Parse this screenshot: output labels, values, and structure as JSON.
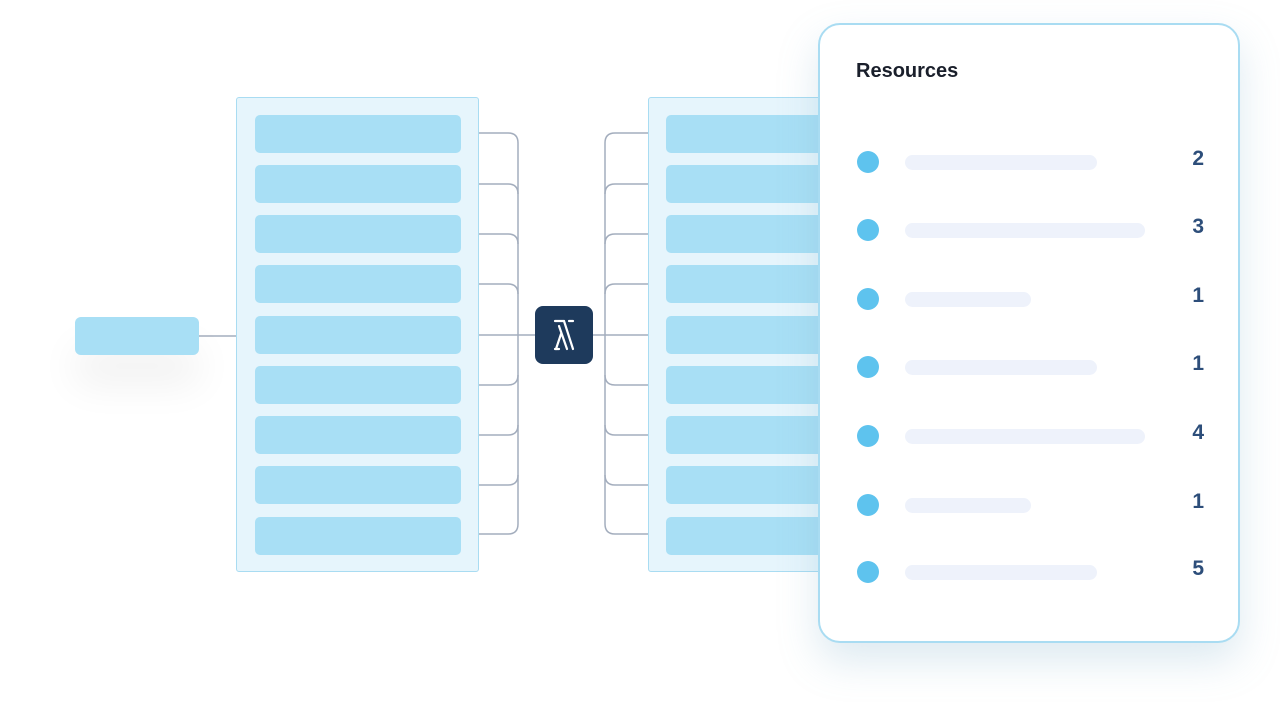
{
  "panel": {
    "title": "Resources",
    "items": [
      {
        "count": "2"
      },
      {
        "count": "3"
      },
      {
        "count": "1"
      },
      {
        "count": "1"
      },
      {
        "count": "4"
      },
      {
        "count": "1"
      },
      {
        "count": "5"
      }
    ]
  },
  "icons": {
    "hub": "logo-icon",
    "item_marker": "dot-icon"
  },
  "colors": {
    "node_fill": "#a8dff5",
    "panel_fill": "#e6f5fc",
    "panel_border": "#a9dcf2",
    "hub_fill": "#1e3a5c",
    "dot": "#5ec3ee",
    "count_text": "#2d4e7a",
    "connector": "#a3adbd"
  }
}
